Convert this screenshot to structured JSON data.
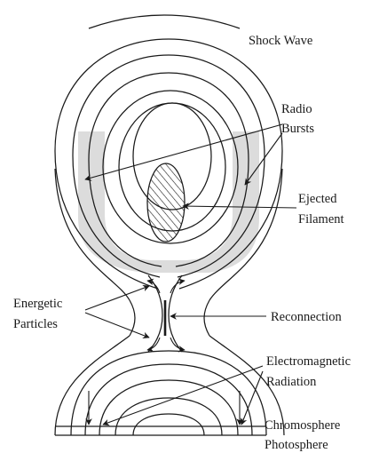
{
  "labels": {
    "shock_wave": "Shock Wave",
    "radio_bursts_line1": "Radio",
    "radio_bursts_line2": "Bursts",
    "ejected_filament_line1": "Ejected",
    "ejected_filament_line2": "Filament",
    "energetic_particles_line1": "Energetic",
    "energetic_particles_line2": "Particles",
    "reconnection": "Reconnection",
    "em_radiation_line1": "Electromagnetic",
    "em_radiation_line2": "Radiation",
    "chromosphere": "Chromosphere",
    "photosphere": "Photosphere"
  },
  "colors": {
    "ink": "#1a1a1a",
    "shaded_band": "#dcdcdc",
    "background": "#ffffff"
  }
}
